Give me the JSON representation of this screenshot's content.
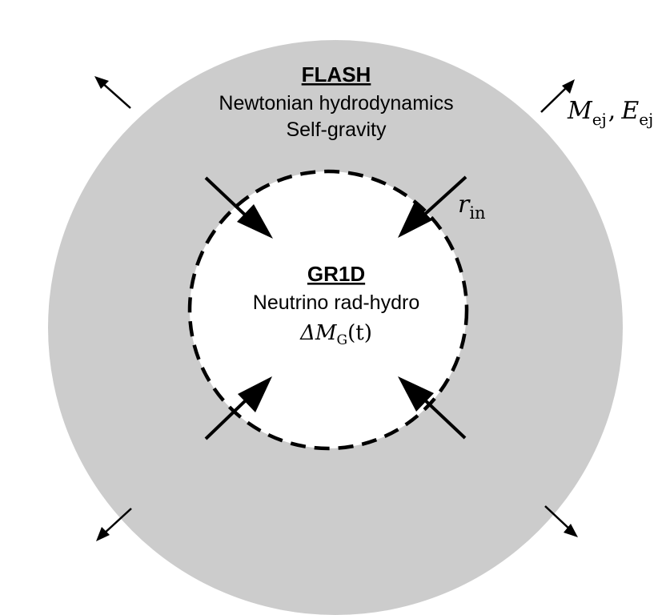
{
  "colors": {
    "outer_region": "#cccccc",
    "inner_region": "#ffffff",
    "stroke": "#000000"
  },
  "outer": {
    "title": "FLASH",
    "line1": "Newtonian hydrodynamics",
    "line2": "Self-gravity"
  },
  "inner": {
    "title": "GR1D",
    "line1": "Neutrino rad-hydro",
    "mass_symbol": "ΔM",
    "mass_sub": "G",
    "mass_arg": "(t)"
  },
  "boundary_label": {
    "symbol": "r",
    "sub": "in"
  },
  "ejecta_label": {
    "mass_symbol": "M",
    "mass_sub": "ej",
    "separator": ",",
    "energy_symbol": "E",
    "energy_sub": "ej"
  }
}
